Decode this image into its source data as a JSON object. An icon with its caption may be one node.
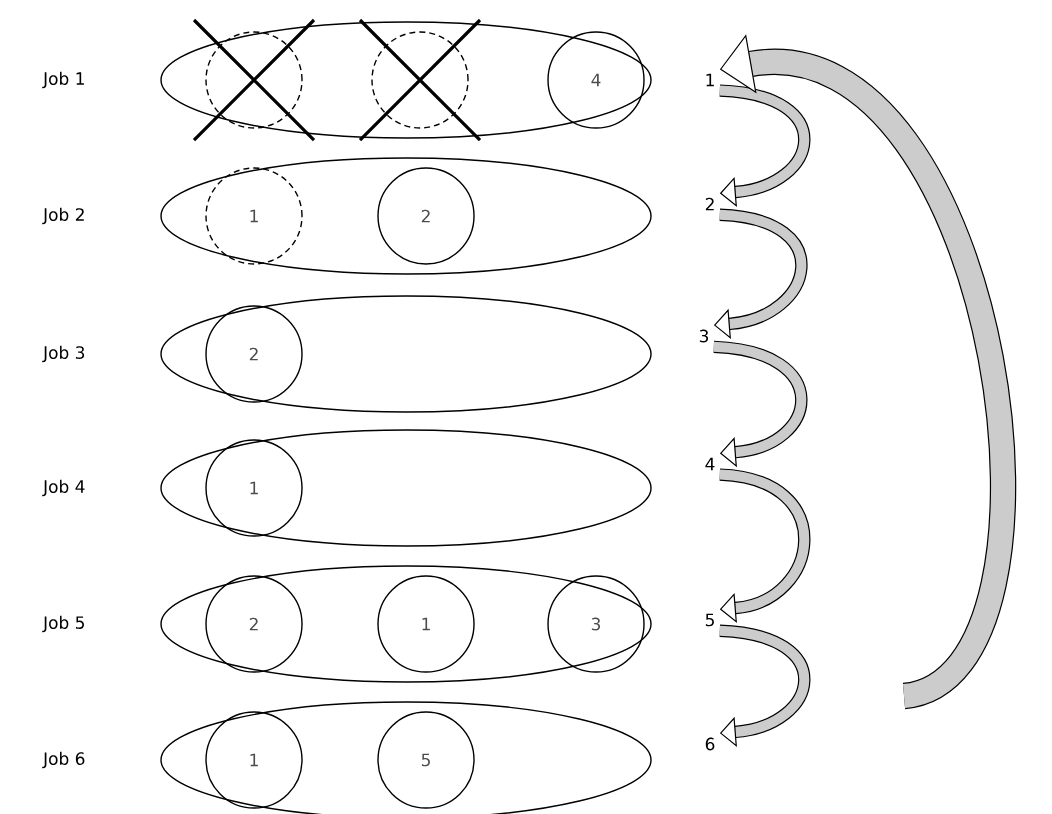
{
  "diagram": {
    "nodes": [
      {
        "text": [
          "Job 1"
        ]
      },
      {
        "text": [],
        "shape": "circle",
        "in": 0
      },
      {
        "text": [],
        "shape": "circle",
        "in": 0
      },
      {
        "text": [
          "4"
        ],
        "in": 0
      },
      {
        "text": [
          "1"
        ]
      },
      {
        "text": [
          "Job 2"
        ]
      },
      {
        "text": [
          "1"
        ],
        "in": 5
      },
      {
        "text": [
          "2"
        ],
        "in": 5
      },
      {
        "text": [
          "2"
        ]
      },
      {
        "text": [
          "Job 3"
        ]
      },
      {
        "text": [
          "2"
        ],
        "in": 9
      },
      {
        "text": [
          "3"
        ]
      },
      {
        "text": [
          "Job 4"
        ]
      },
      {
        "text": [
          "1"
        ],
        "in": 12
      },
      {
        "text": [
          "4"
        ]
      },
      {
        "text": [
          "Job 5"
        ]
      },
      {
        "text": [
          "2"
        ],
        "in": 15
      },
      {
        "text": [
          "1"
        ],
        "in": 15
      },
      {
        "text": [
          "3"
        ],
        "in": 15
      },
      {
        "text": [
          "5"
        ]
      },
      {
        "text": [
          "Job 6"
        ]
      },
      {
        "text": [
          "1"
        ],
        "in": 20
      },
      {
        "text": [
          "5"
        ],
        "in": 20
      },
      {
        "text": [
          "6"
        ]
      }
    ],
    "edges": [
      {
        "from": 4,
        "to": 8,
        "arrow": "to"
      },
      {
        "from": 8,
        "to": 11,
        "arrow": "to"
      },
      {
        "from": 11,
        "to": 14,
        "arrow": "to"
      },
      {
        "from": 14,
        "to": 19,
        "arrow": "to"
      },
      {
        "from": 19,
        "to": 23,
        "arrow": "to"
      },
      {
        "from": null,
        "to": 4,
        "arrow": "to",
        "style": "thick"
      }
    ]
  }
}
